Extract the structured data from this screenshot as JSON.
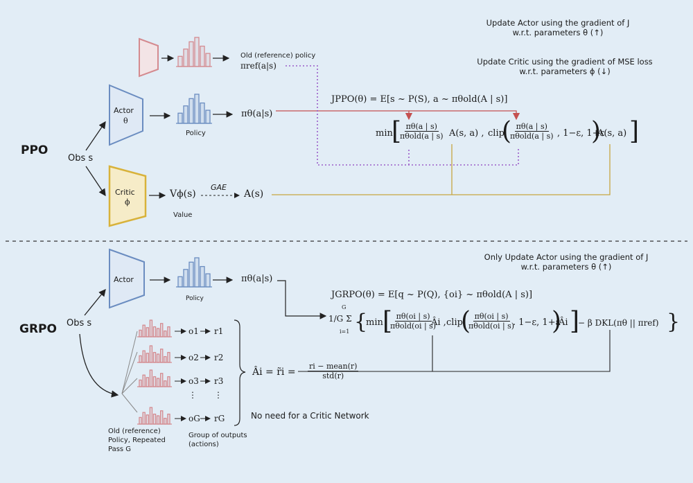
{
  "colors": {
    "background": "#e2edf6",
    "reference": "#d48a8f",
    "actor": "#6a8cc0",
    "critic": "#d8b23a",
    "clip_link": "#9a5cc8",
    "arrow_red": "#c45050"
  },
  "ppo": {
    "label": "PPO",
    "obs": "Obs s",
    "ref_policy_label": "Old (reference) policy",
    "ref_policy_symbol": "πref(a|s)",
    "actor_label": "Actor",
    "actor_symbol": "θ",
    "policy_caption": "Policy",
    "policy_symbol": "πθ(a|s)",
    "critic_label": "Critic",
    "critic_symbol": "ϕ",
    "value_symbol": "Vϕ(s)",
    "value_caption": "Value",
    "gae_label": "GAE",
    "advantage_symbol": "A(s)",
    "update_actor_note": [
      "Update Actor using the gradient of J",
      "w.r.t. parameters θ (↑)"
    ],
    "update_critic_note": [
      "Update Critic using the gradient of MSE loss",
      "w.r.t. parameters ϕ (↓)"
    ],
    "objective_head": "JPPO(θ) = E[s ~ P(S), a ~ πθold(A | s)]",
    "objective_min": "min",
    "ratio_num": "πθ(a | s)",
    "ratio_den": "πθold(a | s)",
    "adv_term": "A(s, a) ,",
    "clip_label": "clip",
    "clip_range": ", 1−ε, 1+ε",
    "adv_term_end": "A(s, a)"
  },
  "grpo": {
    "label": "GRPO",
    "obs": "Obs s",
    "actor_label": "Actor",
    "policy_caption": "Policy",
    "policy_symbol": "πθ(a|s)",
    "update_note": [
      "Only Update Actor using the gradient of J",
      "w.r.t. parameters θ (↑)"
    ],
    "objective_head": "JGRPO(θ) = E[q ~ P(Q), {oi} ~ πθold(A | s)]",
    "sum_prefix": "1/G Σ",
    "sum_top": "G",
    "sum_bottom": "i=1",
    "objective_min": "min",
    "ratio_num": "πθ(oi | s)",
    "ratio_den": "πθold(oi | s)",
    "adv_term": "Âi ,",
    "clip_label": "clip",
    "clip_range": ". 1−ε, 1+ε",
    "adv_term_end": "Âi",
    "kl_term": "− β DKL(πθ || πref)",
    "samples": [
      {
        "o": "o1",
        "r": "r1"
      },
      {
        "o": "o2",
        "r": "r2"
      },
      {
        "o": "o3",
        "r": "r3"
      },
      {
        "o": "⋮",
        "r": "⋮"
      },
      {
        "o": "oG",
        "r": "rG"
      }
    ],
    "ref_caption": [
      "Old (reference)",
      "Policy, Repeated",
      "Pass G"
    ],
    "group_caption": [
      "Group of outputs",
      "(actions)"
    ],
    "adv_formula_lhs": "Âi = r̃i =",
    "adv_formula_num": "ri − mean(r)",
    "adv_formula_den": "std(r)",
    "no_critic_note": "No need for a Critic Network"
  }
}
